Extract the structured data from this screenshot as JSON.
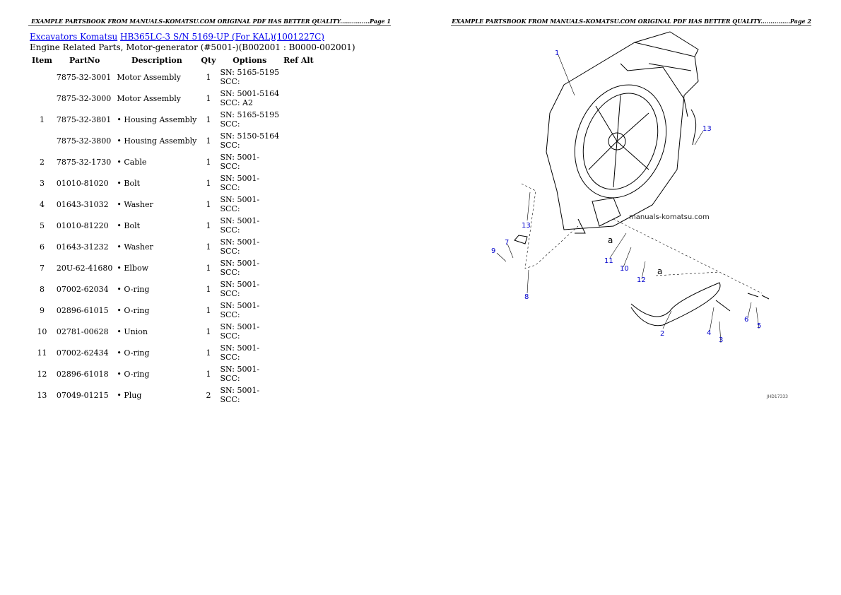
{
  "headers": [
    "EXAMPLE PARTSBOOK FROM MANUALS-KOMATSU.COM ORIGINAL PDF HAS BETTER QUALITY...............Page 1",
    "EXAMPLE PARTSBOOK FROM MANUALS-KOMATSU.COM ORIGINAL PDF HAS BETTER QUALITY...............Page 2"
  ],
  "breadcrumb": {
    "link1": "Excavators Komatsu",
    "link2": "HB365LC-3 S/N 5169-UP (For KAL)(1001227C)"
  },
  "subtitle": "Engine Related Parts, Motor-generator (#5001-)(B002001 : B0000-002001)",
  "columns": [
    "Item",
    "PartNo",
    "Description",
    "Qty",
    "Options",
    "Ref Alt"
  ],
  "rows": [
    [
      "",
      "7875-32-3001",
      "Motor Assembly",
      "1",
      "SN: 5165-5195",
      "SCC:"
    ],
    [
      "",
      "7875-32-3000",
      "Motor Assembly",
      "1",
      "SN: 5001-5164",
      "SCC: A2"
    ],
    [
      "1",
      "7875-32-3801",
      "• Housing Assembly",
      "1",
      "SN: 5165-5195",
      "SCC:"
    ],
    [
      "",
      "7875-32-3800",
      "• Housing Assembly",
      "1",
      "SN: 5150-5164",
      "SCC:"
    ],
    [
      "2",
      "7875-32-1730",
      "• Cable",
      "1",
      "SN: 5001-",
      "SCC:"
    ],
    [
      "3",
      "01010-81020",
      "• Bolt",
      "1",
      "SN: 5001-",
      "SCC:"
    ],
    [
      "4",
      "01643-31032",
      "• Washer",
      "1",
      "SN: 5001-",
      "SCC:"
    ],
    [
      "5",
      "01010-81220",
      "• Bolt",
      "1",
      "SN: 5001-",
      "SCC:"
    ],
    [
      "6",
      "01643-31232",
      "• Washer",
      "1",
      "SN: 5001-",
      "SCC:"
    ],
    [
      "7",
      "20U-62-41680",
      "• Elbow",
      "1",
      "SN: 5001-",
      "SCC:"
    ],
    [
      "8",
      "07002-62034",
      "• O-ring",
      "1",
      "SN: 5001-",
      "SCC:"
    ],
    [
      "9",
      "02896-61015",
      "• O-ring",
      "1",
      "SN: 5001-",
      "SCC:"
    ],
    [
      "10",
      "02781-00628",
      "• Union",
      "1",
      "SN: 5001-",
      "SCC:"
    ],
    [
      "11",
      "07002-62434",
      "• O-ring",
      "1",
      "SN: 5001-",
      "SCC:"
    ],
    [
      "12",
      "02896-61018",
      "• O-ring",
      "1",
      "SN: 5001-",
      "SCC:"
    ],
    [
      "13",
      "07049-01215",
      "• Plug",
      "2",
      "SN: 5001-",
      "SCC:"
    ]
  ],
  "diagram": {
    "watermark": "manuals-komatsu.com",
    "code": "JHD17333",
    "callout_color": "#0000cc",
    "callouts": [
      "1",
      "13",
      "13",
      "9",
      "7",
      "11",
      "10",
      "12",
      "8",
      "2",
      "4",
      "3",
      "6",
      "5"
    ],
    "ref_letters": [
      "a",
      "a"
    ]
  }
}
